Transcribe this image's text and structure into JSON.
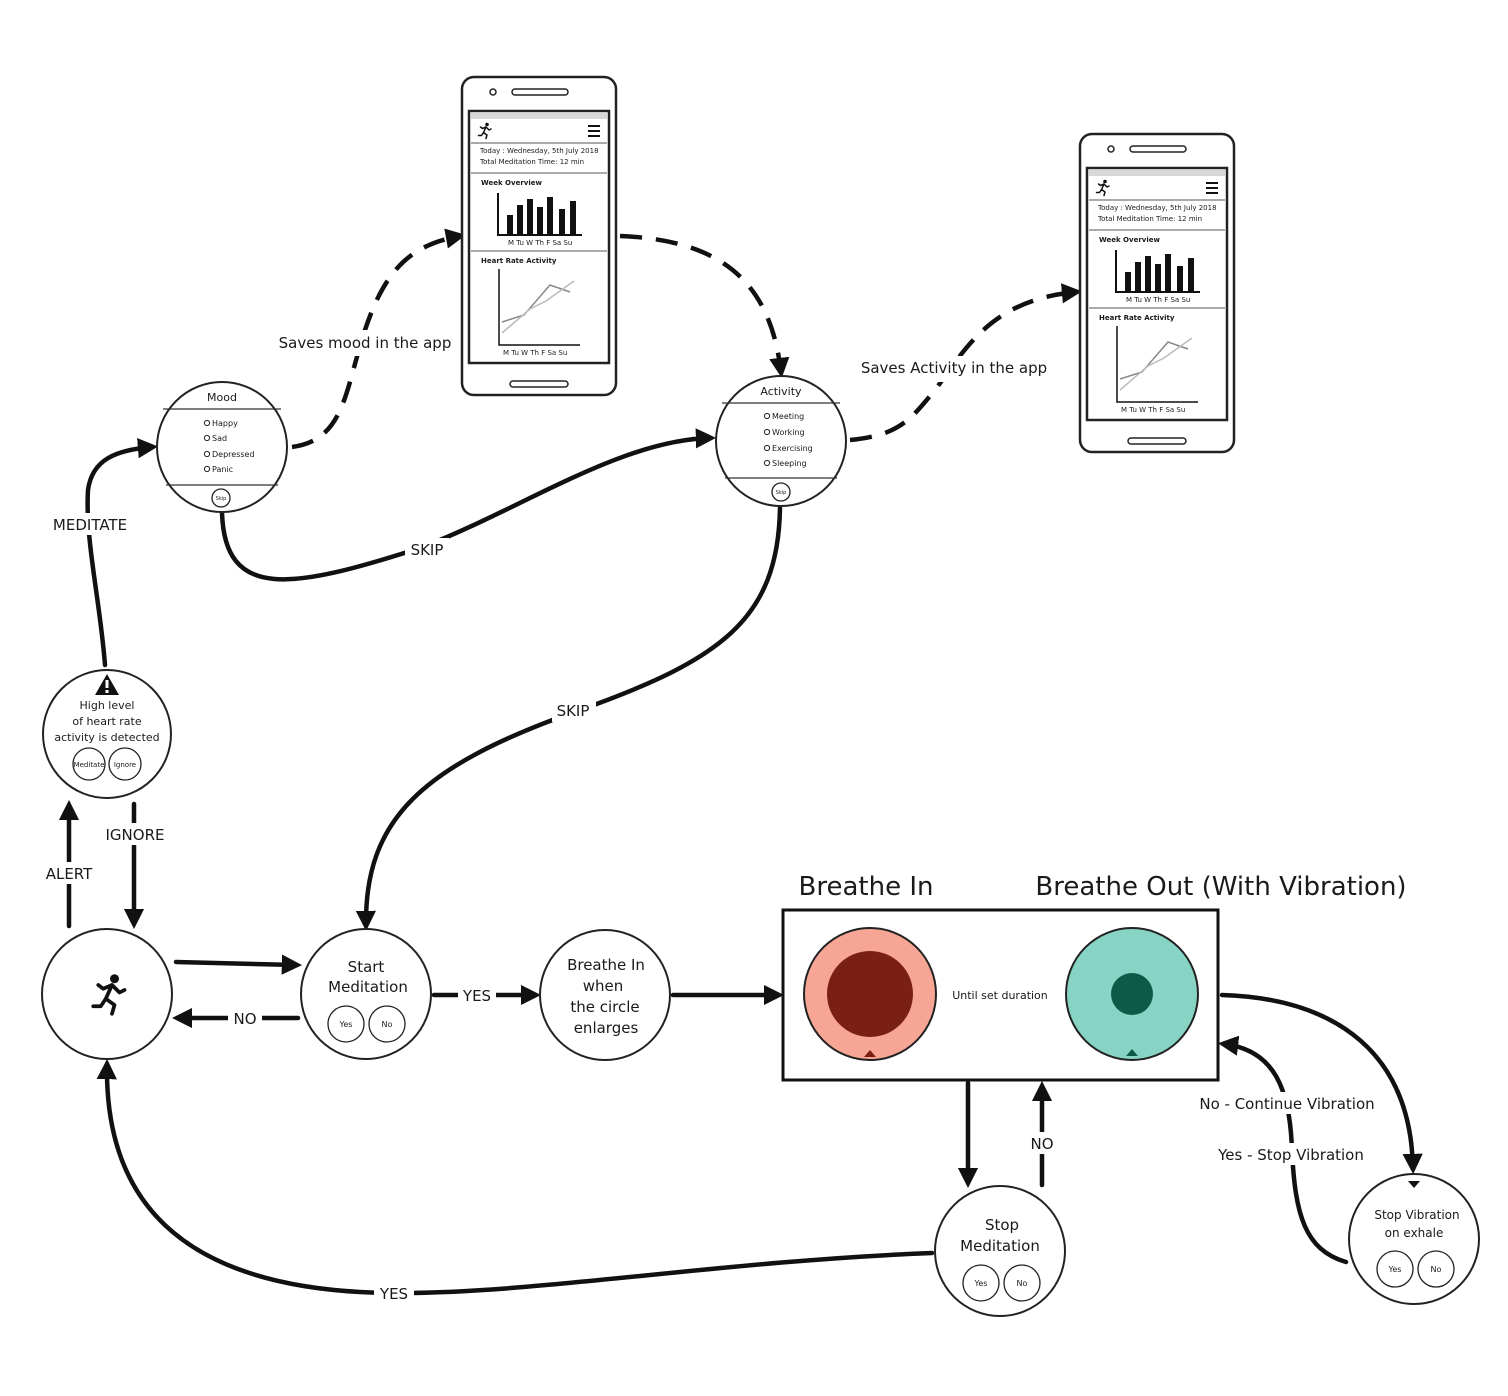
{
  "colors": {
    "breathe_in_outer": "#f7a595",
    "breathe_in_inner": "#7a1f14",
    "breathe_out_outer": "#87d4c4",
    "breathe_out_inner": "#0c5a47",
    "ink": "#111111"
  },
  "titles": {
    "breathe_in": "Breathe In",
    "breathe_out": "Breathe Out (With Vibration)"
  },
  "edges": {
    "meditate": "MEDITATE",
    "ignore": "IGNORE",
    "alert": "ALERT",
    "skip_mood": "SKIP",
    "skip_activity": "SKIP",
    "saves_mood": "Saves mood in the app",
    "saves_activity": "Saves Activity in the app",
    "yes_start": "YES",
    "no_start": "NO",
    "until_duration": "Until set duration",
    "no_stop": "NO",
    "yes_stop": "YES",
    "no_continue": "No - Continue Vibration",
    "yes_stop_vibration": "Yes - Stop Vibration"
  },
  "alert_node": {
    "line1": "High level",
    "line2": "of heart rate",
    "line3": "activity is detected",
    "btn_meditate": "Meditate",
    "btn_ignore": "Ignore",
    "warning_icon": "warning-icon"
  },
  "home_node": {
    "icon": "running-person-icon"
  },
  "mood_node": {
    "title": "Mood",
    "options": [
      "Happy",
      "Sad",
      "Depressed",
      "Panic"
    ],
    "skip": "Skip"
  },
  "activity_node": {
    "title": "Activity",
    "options": [
      "Meeting",
      "Working",
      "Exercising",
      "Sleeping"
    ],
    "skip": "Skip"
  },
  "start_node": {
    "line1": "Start",
    "line2": "Meditation",
    "yes": "Yes",
    "no": "No"
  },
  "breathe_node": {
    "line1": "Breathe In",
    "line2": "when",
    "line3": "the circle",
    "line4": "enlarges"
  },
  "stop_med_node": {
    "line1": "Stop",
    "line2": "Meditation",
    "yes": "Yes",
    "no": "No"
  },
  "stop_vib_node": {
    "line1": "Stop Vibration",
    "line2": "on exhale",
    "yes": "Yes",
    "no": "No"
  },
  "phone": {
    "today": "Today : Wednesday, 5th July 2018",
    "total": "Total Meditation Time: 12 min",
    "week_title": "Week Overview",
    "days": "M  Tu W  Th  F  Sa  Su",
    "heart_title": "Heart Rate Activity",
    "menu_icon": "hamburger-menu-icon",
    "logo_icon": "running-person-icon"
  }
}
